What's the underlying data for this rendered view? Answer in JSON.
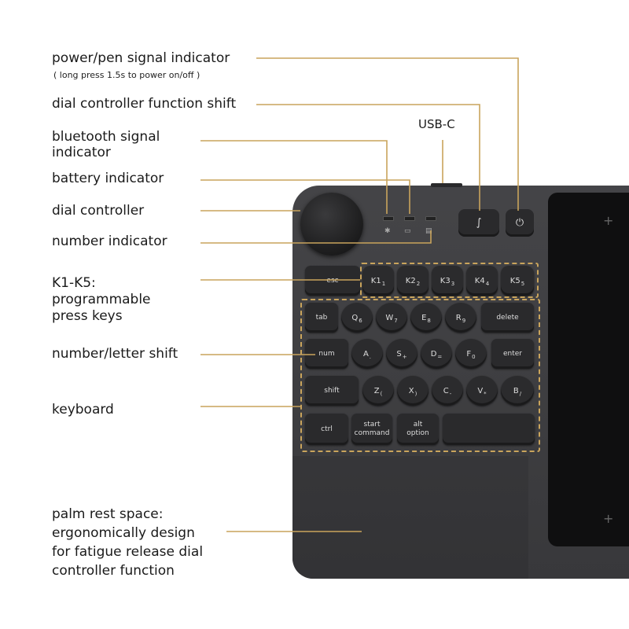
{
  "labels": {
    "power": "power/pen signal indicator",
    "power_sub": "( long press 1.5s to power on/off )",
    "dial_shift": "dial controller function shift",
    "usbc": "USB-C",
    "bluetooth_line1": "bluetooth signal",
    "bluetooth_line2": "indicator",
    "battery": "battery indicator",
    "dial": "dial controller",
    "number_indicator": "number indicator",
    "k1k5_line1": "K1-K5:",
    "k1k5_line2": "programmable",
    "k1k5_line3": "press keys",
    "num_letter": "number/letter shift",
    "keyboard": "keyboard",
    "palm_line1": "palm rest space:",
    "palm_line2": "ergonomically design",
    "palm_line3": "for fatigue release dial",
    "palm_line4": "controller function"
  },
  "colors": {
    "callout_line": "#c9a45c",
    "device_body": "#3d3d40",
    "key": "#2a2a2c"
  },
  "keys": {
    "esc": "esc",
    "k_row": [
      {
        "main": "K1",
        "sec": "1"
      },
      {
        "main": "K2",
        "sec": "2"
      },
      {
        "main": "K3",
        "sec": "3"
      },
      {
        "main": "K4",
        "sec": "4"
      },
      {
        "main": "K5",
        "sec": "5"
      }
    ],
    "tab": "tab",
    "row1": [
      {
        "main": "Q",
        "sec": "6"
      },
      {
        "main": "W",
        "sec": "7"
      },
      {
        "main": "E",
        "sec": "8"
      },
      {
        "main": "R",
        "sec": "9"
      }
    ],
    "delete": "delete",
    "num": "num",
    "row2": [
      {
        "main": "A",
        "sec": "."
      },
      {
        "main": "S",
        "sec": "+"
      },
      {
        "main": "D",
        "sec": "="
      },
      {
        "main": "F",
        "sec": "0"
      }
    ],
    "enter": "enter",
    "shift": "shift",
    "row3": [
      {
        "main": "Z",
        "sec": "("
      },
      {
        "main": "X",
        "sec": ")"
      },
      {
        "main": "C",
        "sec": "-"
      },
      {
        "main": "V",
        "sec": "*"
      },
      {
        "main": "B",
        "sec": "/"
      }
    ],
    "ctrl": "ctrl",
    "start_line1": "start",
    "start_line2": "command",
    "alt_line1": "alt",
    "alt_line2": "option"
  },
  "icons": {
    "dial_shift": "dial-shift-icon",
    "power": "power-icon",
    "bluetooth": "bluetooth-icon",
    "battery": "battery-icon",
    "number": "number-lock-icon"
  }
}
